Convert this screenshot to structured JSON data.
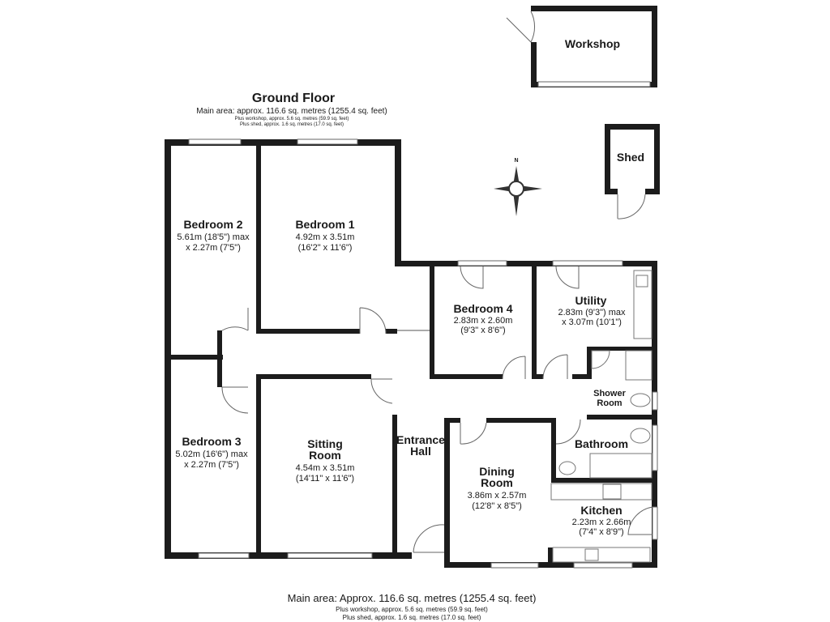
{
  "header": {
    "title": "Ground Floor",
    "main_area": "Main area: approx. 116.6 sq. metres (1255.4 sq. feet)",
    "plus_workshop": "Plus workshop, approx. 5.6 sq. metres (59.9 sq. feet)",
    "plus_shed": "Plus shed, approx. 1.6 sq. metres (17.0 sq. feet)"
  },
  "footer": {
    "main_area": "Main area: Approx. 116.6 sq. metres (1255.4 sq. feet)",
    "plus_workshop": "Plus workshop, approx. 5.6 sq. metres (59.9 sq. feet)",
    "plus_shed": "Plus shed, approx. 1.6 sq. metres (17.0 sq. feet)"
  },
  "compass": {
    "label": "N"
  },
  "rooms": {
    "bedroom2": {
      "name": "Bedroom 2",
      "dim1": "5.61m (18'5\") max",
      "dim2": "x 2.27m (7'5\")"
    },
    "bedroom1": {
      "name": "Bedroom 1",
      "dim1": "4.92m x 3.51m",
      "dim2": "(16'2\" x 11'6\")"
    },
    "bedroom3": {
      "name": "Bedroom 3",
      "dim1": "5.02m (16'6\") max",
      "dim2": "x 2.27m (7'5\")"
    },
    "sitting": {
      "name1": "Sitting",
      "name2": "Room",
      "dim1": "4.54m x 3.51m",
      "dim2": "(14'11\" x 11'6\")"
    },
    "hall": {
      "name1": "Entrance",
      "name2": "Hall"
    },
    "bedroom4": {
      "name": "Bedroom 4",
      "dim1": "2.83m x 2.60m",
      "dim2": "(9'3\" x 8'6\")"
    },
    "utility": {
      "name": "Utility",
      "dim1": "2.83m (9'3\") max",
      "dim2": "x 3.07m (10'1\")"
    },
    "shower": {
      "name1": "Shower",
      "name2": "Room"
    },
    "bathroom": {
      "name": "Bathroom"
    },
    "dining": {
      "name1": "Dining",
      "name2": "Room",
      "dim1": "3.86m x 2.57m",
      "dim2": "(12'8\" x 8'5\")"
    },
    "kitchen": {
      "name": "Kitchen",
      "dim1": "2.23m x 2.66m",
      "dim2": "(7'4\" x 8'9\")"
    },
    "workshop": {
      "name": "Workshop"
    },
    "shed": {
      "name": "Shed"
    }
  },
  "colors": {
    "wall": "#1c1c1c",
    "background": "#ffffff"
  }
}
